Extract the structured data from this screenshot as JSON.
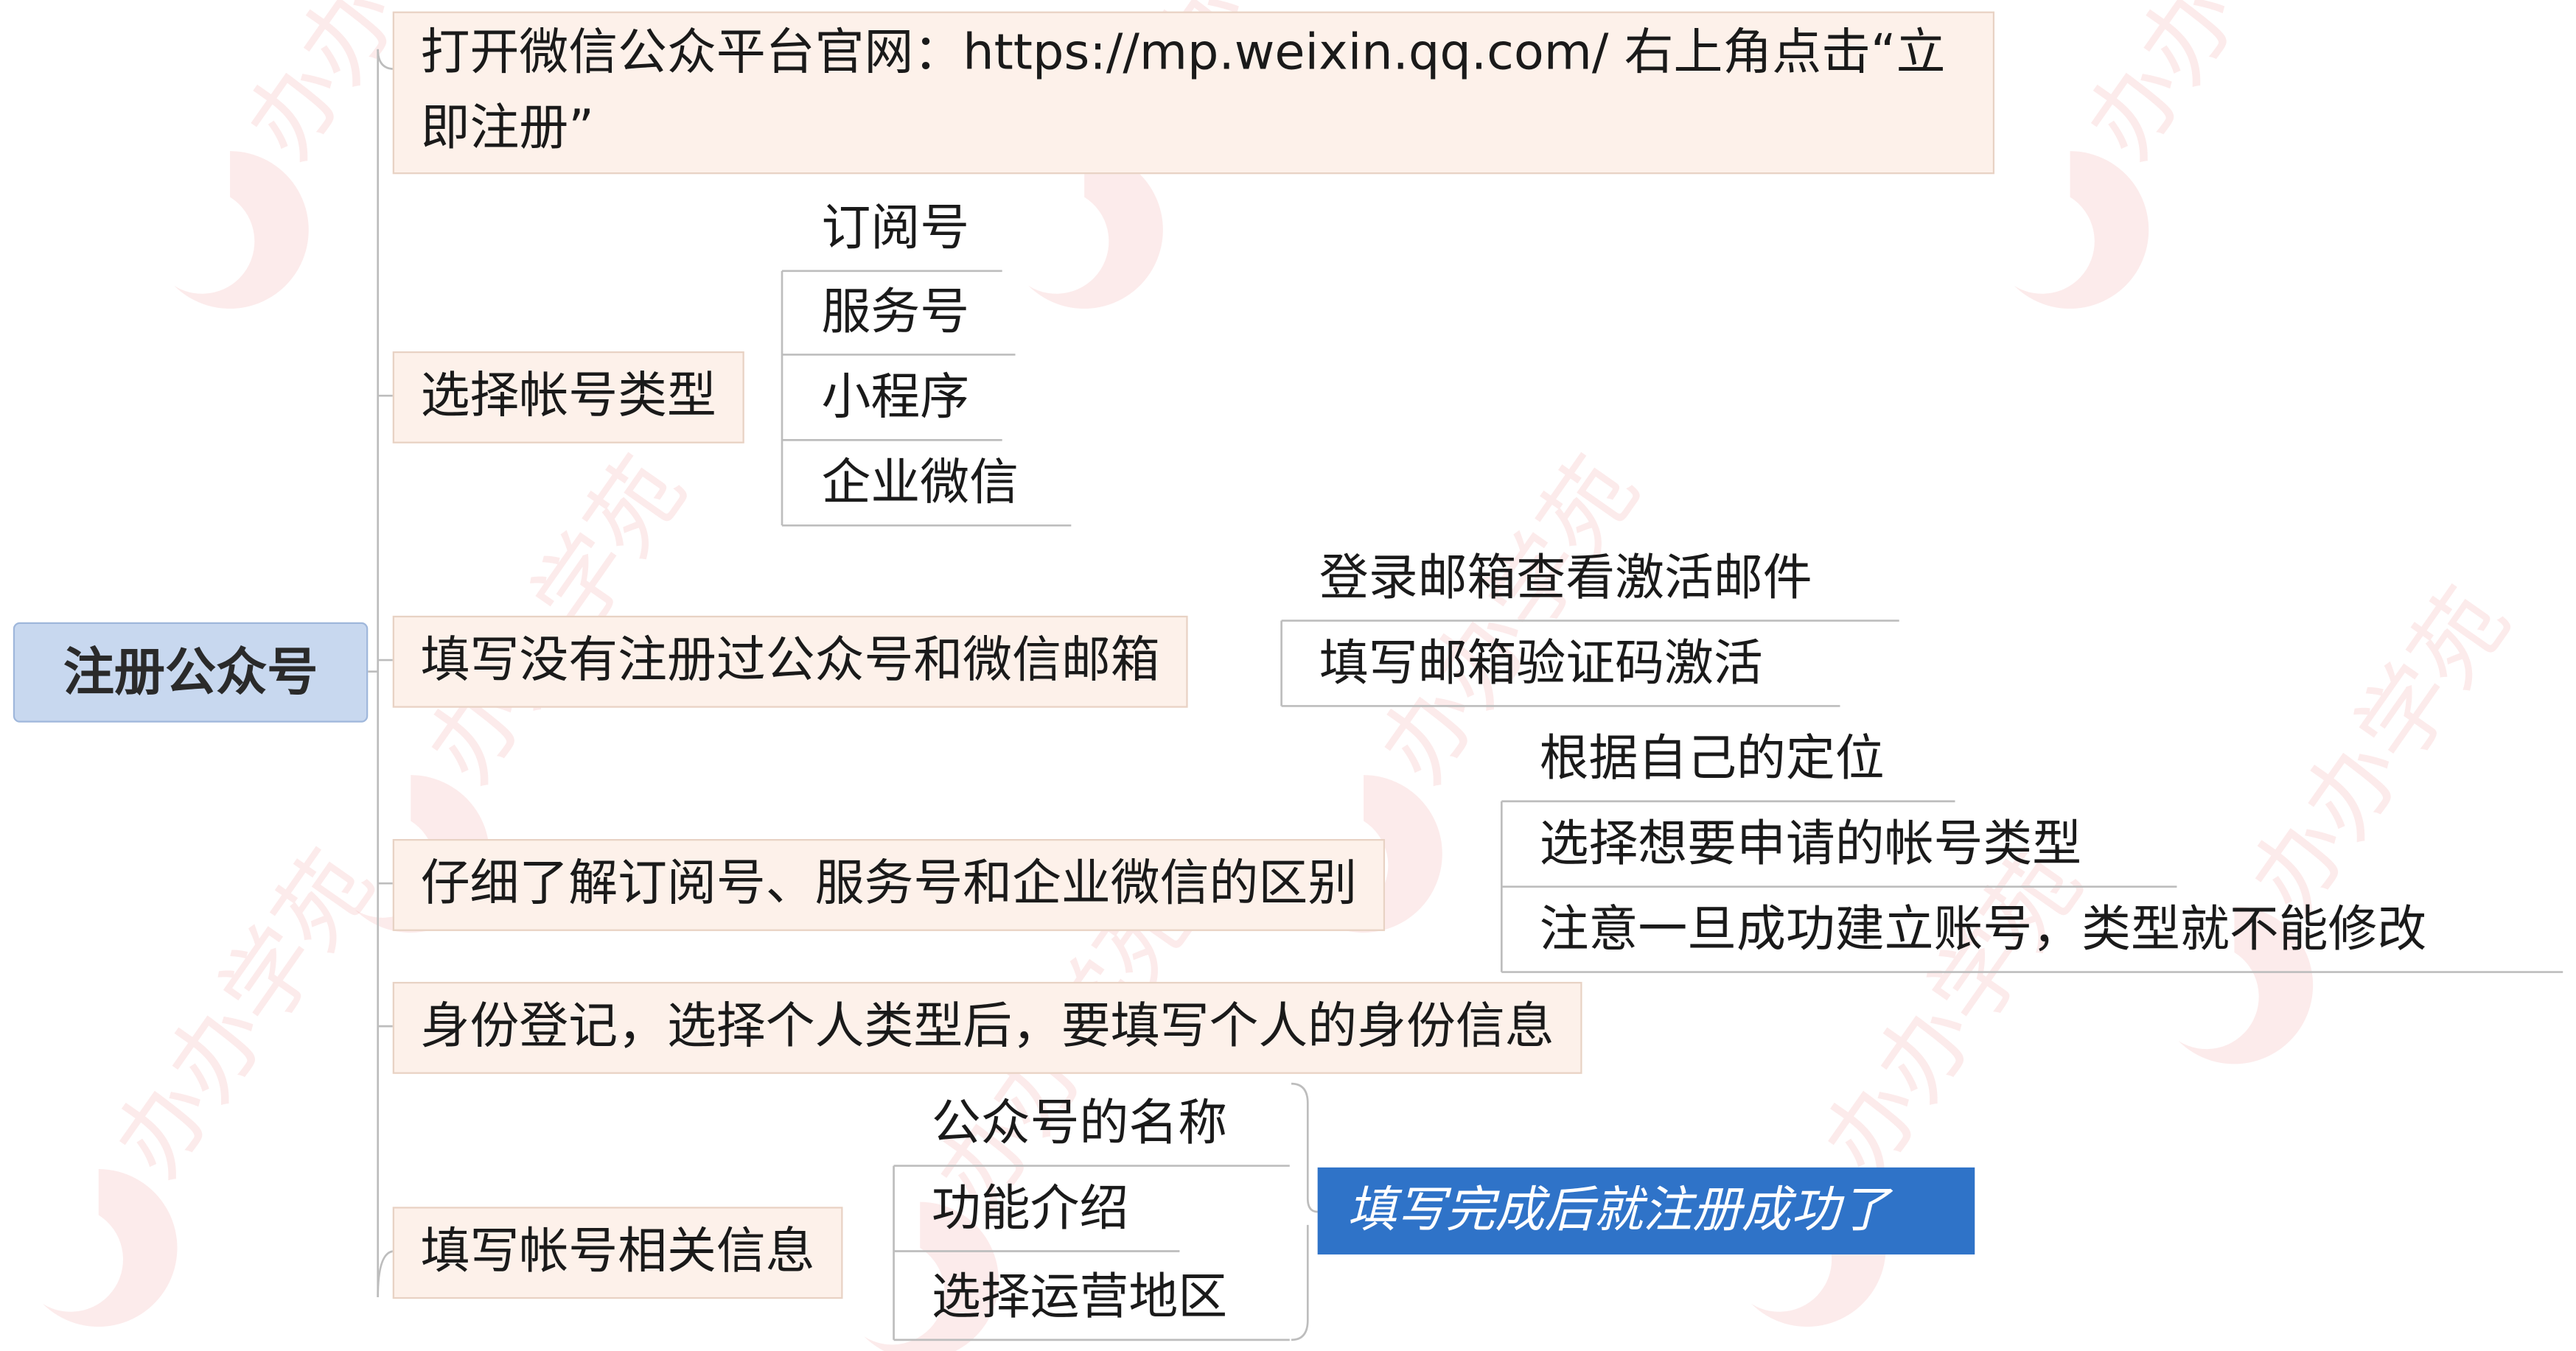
{
  "root": {
    "label": "注册公众号"
  },
  "branches": [
    {
      "label": "打开微信公众平台官网：https://mp.weixin.qq.com/ 右上角点击“立即注册”",
      "children": []
    },
    {
      "label": "选择帐号类型",
      "children": [
        "订阅号",
        "服务号",
        "小程序",
        "企业微信"
      ]
    },
    {
      "label": "填写没有注册过公众号和微信邮箱",
      "children": [
        "登录邮箱查看激活邮件",
        "填写邮箱验证码激活"
      ]
    },
    {
      "label": "仔细了解订阅号、服务号和企业微信的区别",
      "children": [
        "根据自己的定位",
        "选择想要申请的帐号类型",
        "注意一旦成功建立账号，类型就不能修改"
      ]
    },
    {
      "label": "身份登记，选择个人类型后，要填写个人的身份信息",
      "children": []
    },
    {
      "label": "填写帐号相关信息",
      "children": [
        "公众号的名称",
        "功能介绍",
        "选择运营地区"
      ]
    }
  ],
  "summary": {
    "label": "填写完成后就注册成功了"
  },
  "watermark": {
    "text": "办办学苑",
    "color": "#f2a3a3"
  },
  "colors": {
    "root_fill": "#c8d8ef",
    "branch_fill": "#fdf1ea",
    "line": "#bdbdbd",
    "summary_fill": "#2f73c8"
  }
}
